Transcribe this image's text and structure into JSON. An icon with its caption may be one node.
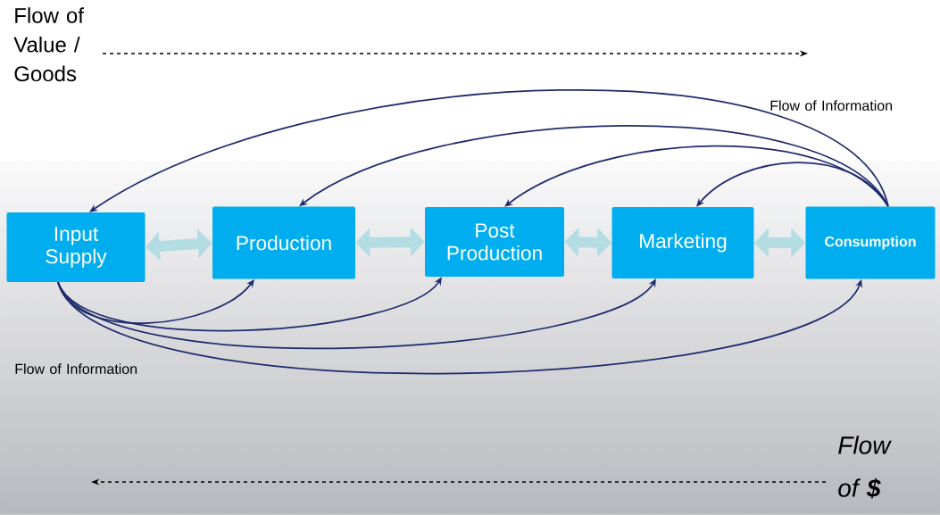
{
  "diagram": {
    "nodes": [
      {
        "text": [
          "Input Supply"
        ]
      },
      {
        "text": [
          "Production"
        ]
      },
      {
        "text": [
          "Post Production"
        ]
      },
      {
        "text": [
          "Marketing"
        ]
      },
      {
        "text": [
          "Consumption"
        ]
      }
    ],
    "edges": [
      {
        "from": 0,
        "to": 1,
        "arrow": "both",
        "style": "thick",
        "color": "#b4dde3"
      },
      {
        "from": 1,
        "to": 2,
        "arrow": "both",
        "style": "thick",
        "color": "#b4dde3"
      },
      {
        "from": 2,
        "to": 3,
        "arrow": "both",
        "style": "thick",
        "color": "#b4dde3"
      },
      {
        "from": 3,
        "to": 4,
        "arrow": "both",
        "style": "thick",
        "color": "#b4dde3"
      },
      {
        "from": 4,
        "to": 0,
        "arrow": "to"
      },
      {
        "from": 4,
        "to": 1,
        "arrow": "to"
      },
      {
        "from": 4,
        "to": 2,
        "arrow": "to"
      },
      {
        "from": 4,
        "to": 3,
        "arrow": "to"
      },
      {
        "from": 0,
        "to": 1,
        "arrow": "to"
      },
      {
        "from": 0,
        "to": 2,
        "arrow": "to"
      },
      {
        "from": 0,
        "to": 3,
        "arrow": "to"
      },
      {
        "from": 0,
        "to": 4,
        "arrow": "to"
      }
    ],
    "labels": [
      "Flow of Value / Goods",
      "Flow of Information",
      "Flow of Information",
      "Flow of **$**"
    ]
  }
}
